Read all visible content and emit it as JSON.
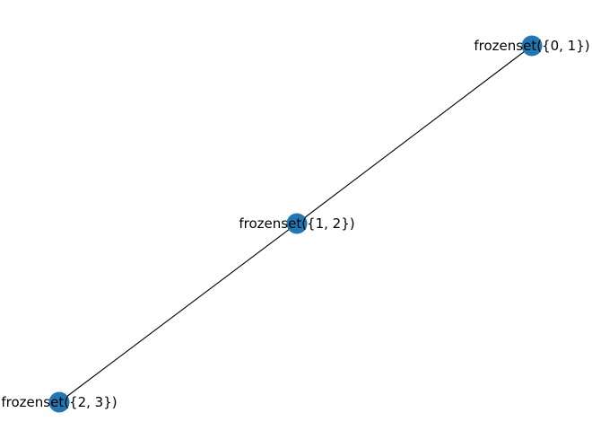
{
  "graph": {
    "nodes": [
      {
        "id": "n0",
        "label": "frozenset({0, 1})"
      },
      {
        "id": "n1",
        "label": "frozenset({1, 2})"
      },
      {
        "id": "n2",
        "label": "frozenset({2, 3})"
      }
    ],
    "edges": [
      {
        "source": "n0",
        "target": "n1"
      },
      {
        "source": "n1",
        "target": "n2"
      }
    ]
  },
  "colors": {
    "node": "#1f77b4",
    "edge": "#000000",
    "label": "#000000",
    "background": "#ffffff"
  }
}
